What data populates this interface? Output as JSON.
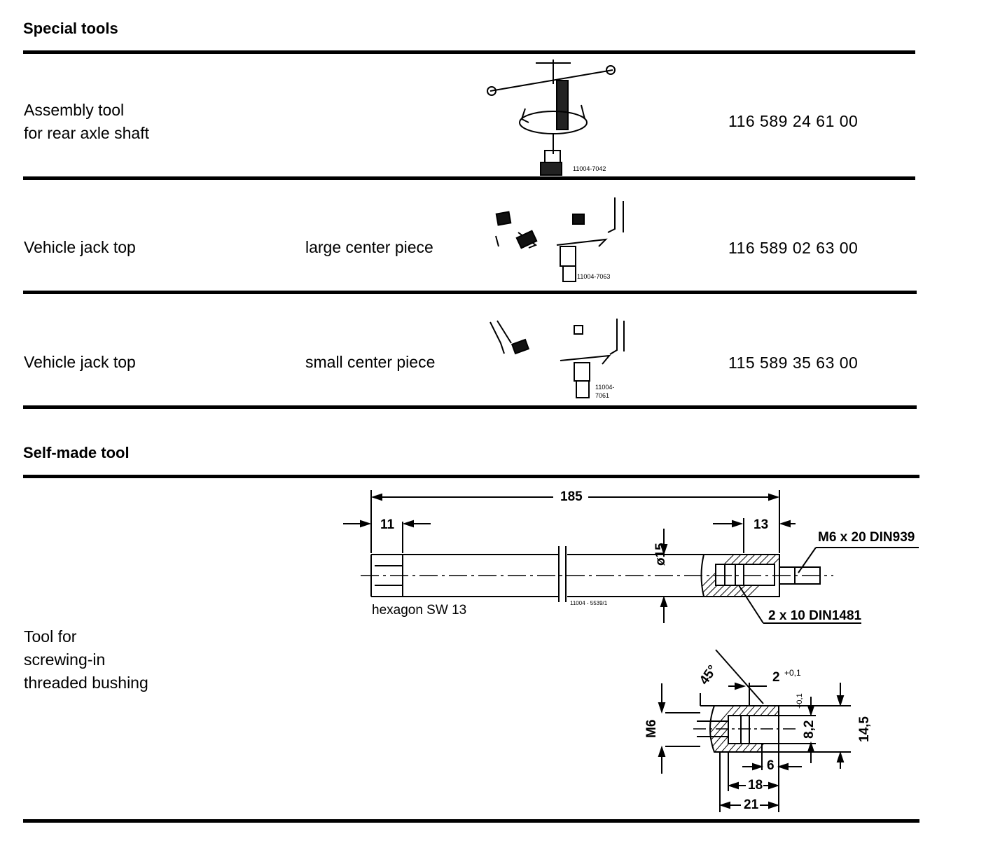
{
  "special_tools": {
    "heading": "Special tools",
    "rows": [
      {
        "description": "Assembly tool\nfor rear axle shaft",
        "variant": "",
        "part_number": "116 589 24 61 00",
        "figure_code": "11004-7042"
      },
      {
        "description": "Vehicle jack top",
        "variant": "large center piece",
        "part_number": "116 589 02 63 00",
        "figure_code": "11004-7063"
      },
      {
        "description": "Vehicle jack top",
        "variant": "small center piece",
        "part_number": "115 589 35 63 00",
        "figure_code_line1": "11004-",
        "figure_code_line2": "7061"
      }
    ]
  },
  "self_made_tool": {
    "heading": "Self-made tool",
    "description": "Tool for\nscrewing-in\nthreaded bushing",
    "drawing": {
      "dim_total": "185",
      "dim_left": "11",
      "dim_right": "13",
      "screw_label": "M6 x 20 DIN939",
      "diameter_label": "ø15",
      "hexagon_label": "hexagon SW 13",
      "figure_code": "11004 - 5539/1",
      "pin_label": "2 x 10 DIN1481",
      "detail_angle": "45°",
      "detail_gap": "2",
      "detail_gap_tol": "+0,1",
      "detail_thread": "M6",
      "detail_bore": "8,2",
      "detail_bore_tol": "+0,1",
      "detail_outer": "14,5",
      "detail_6": "6",
      "detail_18": "18",
      "detail_21": "21"
    }
  }
}
